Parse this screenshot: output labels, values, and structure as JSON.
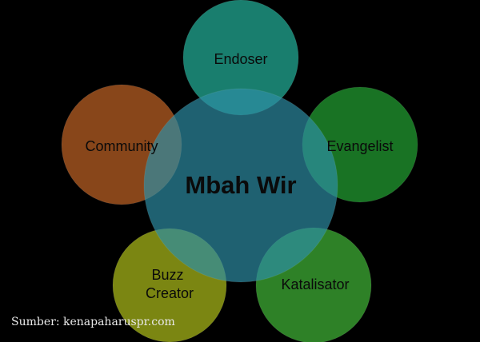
{
  "diagram": {
    "center": {
      "label": "Mbah Wir",
      "color": "#2e8fa6"
    },
    "nodes": [
      {
        "id": "endoser",
        "lines": [
          "Endoser"
        ],
        "color": "#1e9a86"
      },
      {
        "id": "evangelist",
        "lines": [
          "Evangelist"
        ],
        "color": "#1f8c2c"
      },
      {
        "id": "katalisator",
        "lines": [
          "Katalisator"
        ],
        "color": "#389d30"
      },
      {
        "id": "buzz-creator",
        "lines": [
          "Buzz",
          "Creator"
        ],
        "color": "#96a316"
      },
      {
        "id": "community",
        "lines": [
          "Community"
        ],
        "color": "#a65520"
      }
    ]
  },
  "source": "Sumber: kenapaharuspr.com"
}
